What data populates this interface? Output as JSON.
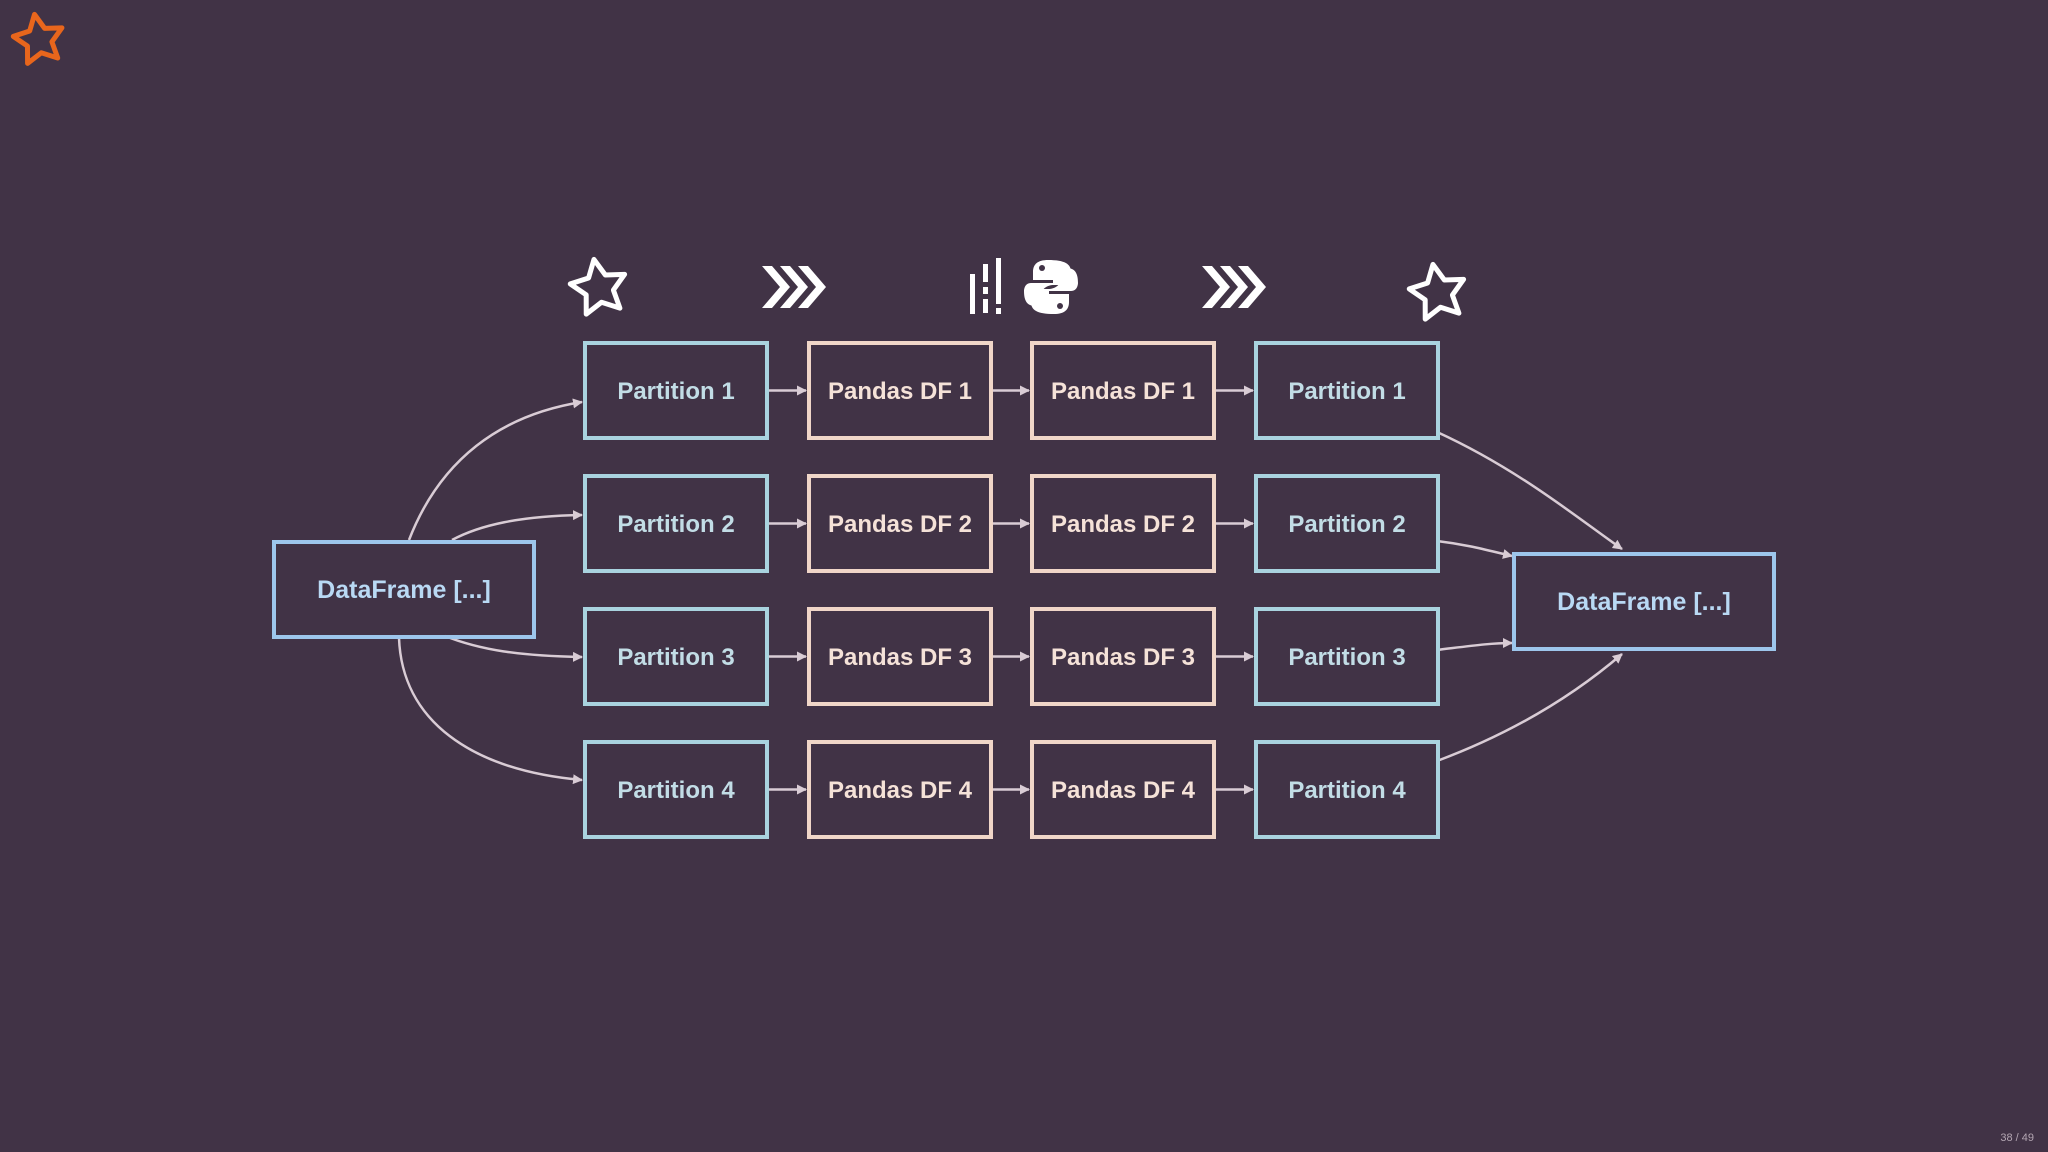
{
  "colors": {
    "background": "#413346",
    "partition_border": "#a9d3df",
    "partition_text": "#c2dde6",
    "pandas_border": "#f0d6c8",
    "pandas_text": "#f5e2d8",
    "dataframe_border": "#9dc6ec",
    "dataframe_text": "#b9d9f4",
    "connector": "#d9ccd5",
    "logo_accent": "#e8661c",
    "icon": "#ffffff"
  },
  "header": {
    "logo_icon": "spark-star-icon"
  },
  "stage_icons": [
    {
      "name": "spark-star-icon"
    },
    {
      "name": "arrow-chevrons-icon"
    },
    {
      "name": "pandas-icon"
    },
    {
      "name": "python-icon"
    },
    {
      "name": "arrow-chevrons-icon"
    },
    {
      "name": "spark-star-icon"
    }
  ],
  "input_dataframe": {
    "label": "DataFrame [...]"
  },
  "output_dataframe": {
    "label": "DataFrame [...]"
  },
  "columns": [
    {
      "kind": "partition",
      "labels": [
        "Partition 1",
        "Partition 2",
        "Partition 3",
        "Partition 4"
      ]
    },
    {
      "kind": "pandas",
      "labels": [
        "Pandas DF 1",
        "Pandas DF 2",
        "Pandas DF 3",
        "Pandas DF 4"
      ]
    },
    {
      "kind": "pandas",
      "labels": [
        "Pandas DF 1",
        "Pandas DF 2",
        "Pandas DF 3",
        "Pandas DF 4"
      ]
    },
    {
      "kind": "partition",
      "labels": [
        "Partition 1",
        "Partition 2",
        "Partition 3",
        "Partition 4"
      ]
    }
  ],
  "footer": {
    "slide_number": "38 / 49"
  }
}
